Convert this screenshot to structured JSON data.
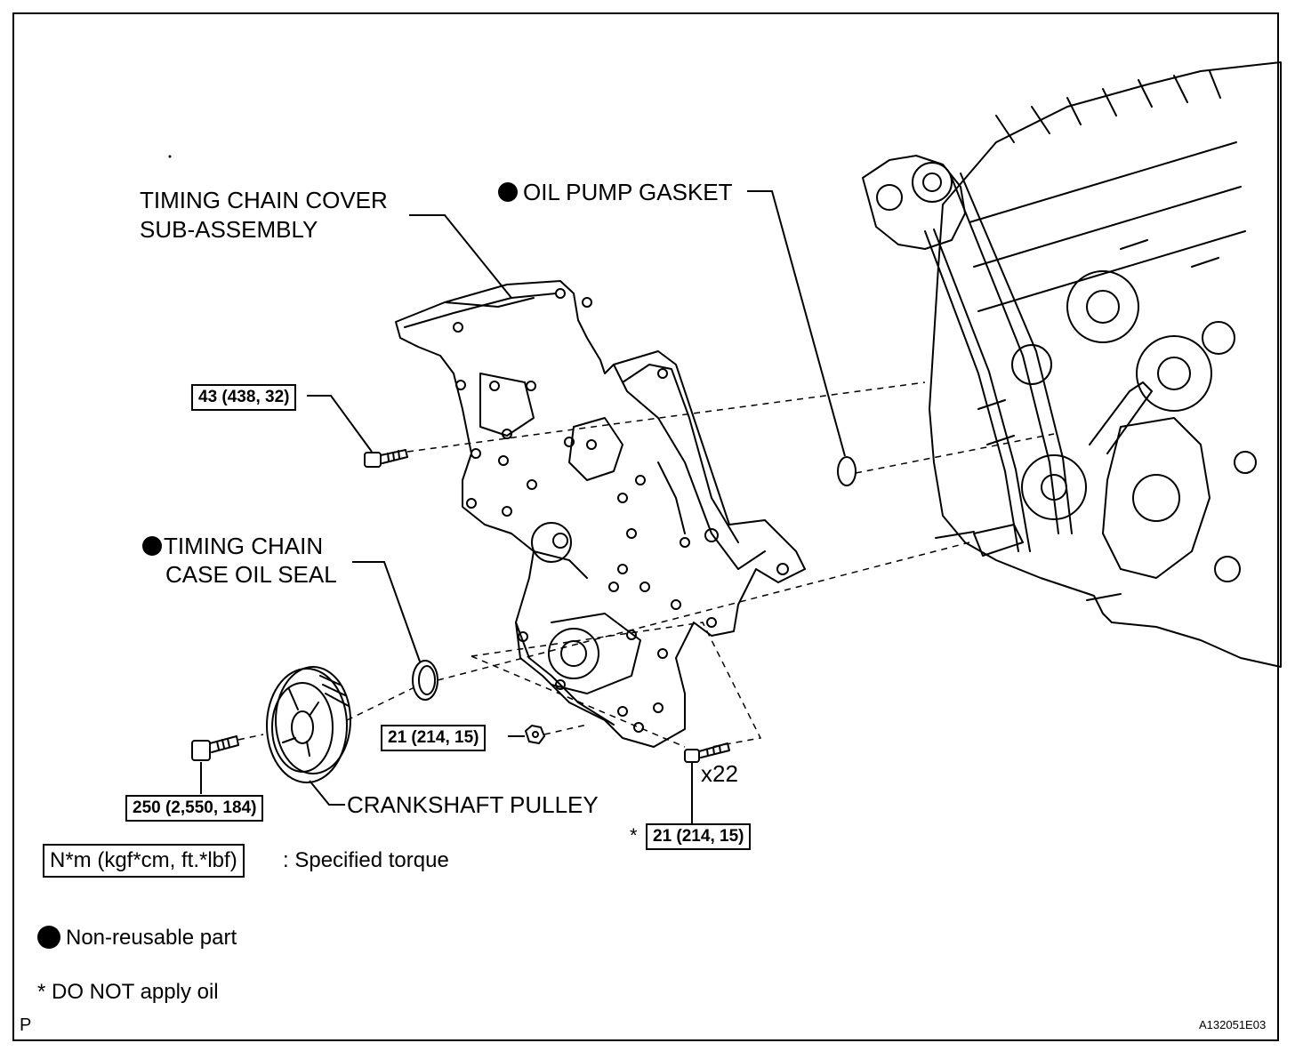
{
  "labels": {
    "timing_cover_line1": "TIMING CHAIN COVER",
    "timing_cover_line2": "SUB-ASSEMBLY",
    "oil_pump_gasket": "OIL PUMP GASKET",
    "oil_seal_line1": "TIMING CHAIN",
    "oil_seal_line2": "CASE OIL SEAL",
    "crankshaft_pulley": "CRANKSHAFT PULLEY",
    "bolt_count": "x22",
    "asterisk": "*"
  },
  "torques": {
    "cover_bolt": "43 (438, 32)",
    "pulley_bolt": "250 (2,550, 184)",
    "nut": "21 (214, 15)",
    "cover_bolts_x22": "21 (214, 15)"
  },
  "legend": {
    "torque_units": "N*m (kgf*cm, ft.*lbf)",
    "torque_desc": ": Specified torque",
    "non_reusable": "Non-reusable part",
    "no_oil": "* DO NOT apply oil"
  },
  "corner": {
    "left": "P",
    "code": "A132051E03"
  }
}
